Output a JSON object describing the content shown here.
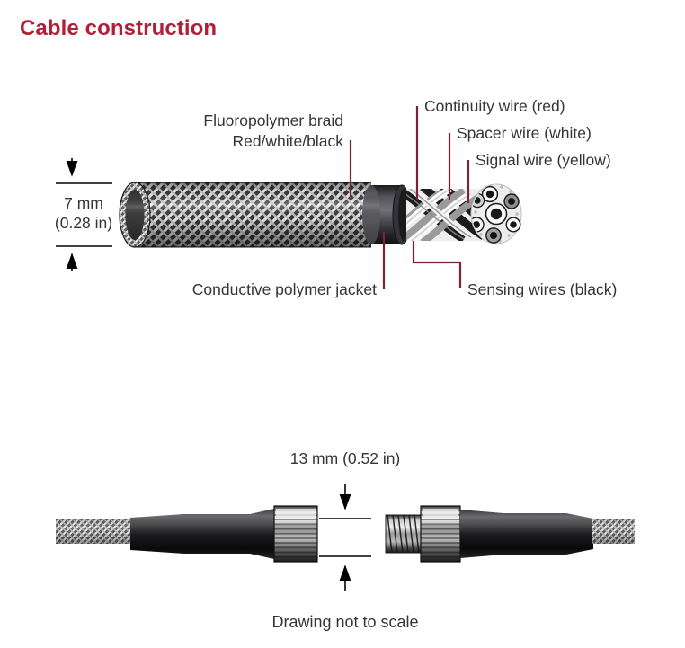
{
  "header": {
    "title": "Cable construction",
    "title_color": "#b01e37"
  },
  "theme": {
    "label_text_color": "#333538",
    "leader_line_color": "#7d2232",
    "dimension_line_color": "#000000",
    "jacket_color": "#4a4a4d",
    "braid_light": "#e8e8e8",
    "braid_dark": "#2a2a2a",
    "connector_metal": "#b8b8b8",
    "cable_black": "#141414"
  },
  "top_figure": {
    "name": "cable-cutaway-diagram",
    "diameter_dimension": {
      "line1": "7 mm",
      "line2": "(0.28 in)"
    },
    "callouts": [
      {
        "id": "fluoropolymer-braid",
        "line1": "Fluoropolymer braid",
        "line2": "Red/white/black"
      },
      {
        "id": "continuity-wire",
        "text": "Continuity wire (red)"
      },
      {
        "id": "spacer-wire",
        "text": "Spacer wire (white)"
      },
      {
        "id": "signal-wire",
        "text": "Signal wire (yellow)"
      },
      {
        "id": "conductive-polymer-jacket",
        "text": "Conductive polymer jacket"
      },
      {
        "id": "sensing-wires",
        "text": "Sensing wires (black)"
      }
    ]
  },
  "bottom_figure": {
    "name": "connector-detail-diagram",
    "gap_dimension": "13 mm (0.52 in)",
    "caption": "Drawing not to scale"
  }
}
